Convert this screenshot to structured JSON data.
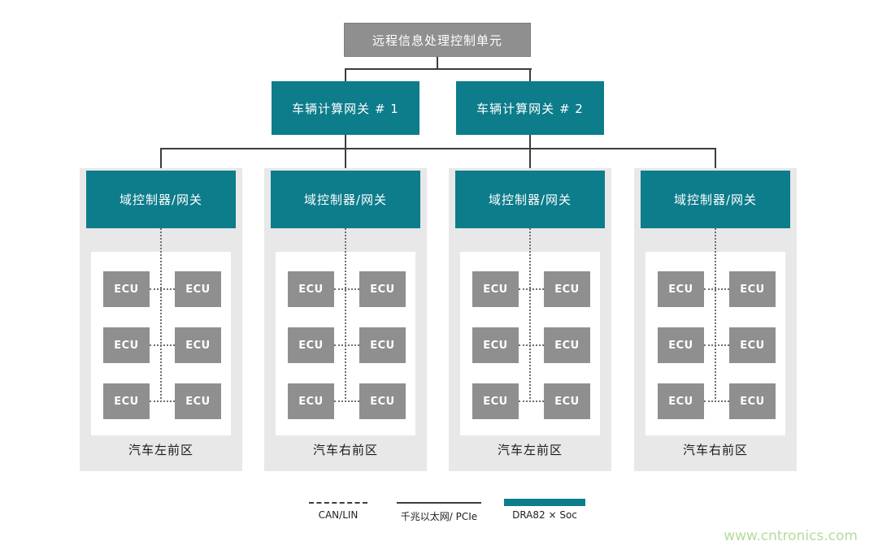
{
  "top_unit": {
    "label": "远程信息处理控制单元"
  },
  "gateways": [
    {
      "label": "车辆计算网关 # 1"
    },
    {
      "label": "车辆计算网关 # 2"
    }
  ],
  "zones": [
    {
      "controller_label": "域控制器/网关",
      "area_label": "汽车左前区",
      "ecus": [
        "ECU",
        "ECU",
        "ECU",
        "ECU",
        "ECU",
        "ECU"
      ]
    },
    {
      "controller_label": "域控制器/网关",
      "area_label": "汽车右前区",
      "ecus": [
        "ECU",
        "ECU",
        "ECU",
        "ECU",
        "ECU",
        "ECU"
      ]
    },
    {
      "controller_label": "域控制器/网关",
      "area_label": "汽车左前区",
      "ecus": [
        "ECU",
        "ECU",
        "ECU",
        "ECU",
        "ECU",
        "ECU"
      ]
    },
    {
      "controller_label": "域控制器/网关",
      "area_label": "汽车右前区",
      "ecus": [
        "ECU",
        "ECU",
        "ECU",
        "ECU",
        "ECU",
        "ECU"
      ]
    }
  ],
  "legend": {
    "can_lin": {
      "label": "CAN/LIN",
      "line_style": "dashed"
    },
    "ethernet": {
      "label": "千兆以太网/ PCIe",
      "line_style": "solid"
    },
    "dra82": {
      "label": "DRA82 × Soc",
      "swatch": "teal-bar"
    }
  },
  "watermark": "www.cntronics.com",
  "colors": {
    "teal": "#0d7c8b",
    "box_gray": "#8f8f8f",
    "zone_bg": "#e8e8e8",
    "line": "#3d3d3d",
    "watermark_green": "#b5db9e"
  }
}
